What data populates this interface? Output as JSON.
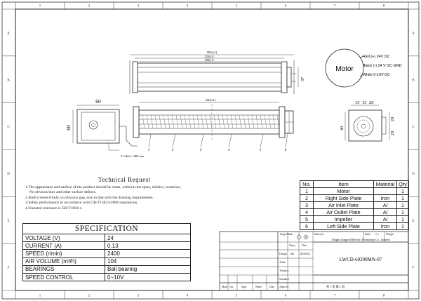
{
  "motor": {
    "label": "Motor",
    "wires": [
      "Red (+) 24V DC",
      "Black (-) 24 V DC GND",
      "White 0-10V DC"
    ]
  },
  "dimensions": {
    "overall": "902(±1)",
    "d2": "253(±1)",
    "d3": "200(±1)",
    "side_width": "60",
    "side_height": "60",
    "height_right": "37",
    "front_length": "320(±1)",
    "cable": "3 Cable L=800 mm",
    "end_15_1": "15",
    "end_15_2": "15",
    "end_20_top": "20",
    "end_40": "40",
    "end_20_right": "20",
    "end_20_bottom": "20",
    "callouts": [
      "1",
      "2",
      "3",
      "4",
      "5",
      "6"
    ]
  },
  "technical_request": {
    "title": "Technical Request",
    "items": [
      "1.The appearance and surface of the product should be clean, without rust spots, mildew, scratches,",
      "  No obvious burr and other surface defects.",
      "2.Shell riveted firmly, no obvious gap, size in line with the drawing requirements.",
      "3.Safety performance in accordance with GB/T13833-2008 regulations.",
      "4.Unnoted tolerance is GB/T1804-v."
    ]
  },
  "parts_table": {
    "headers": [
      "No.",
      "Item",
      "Material",
      "Qty"
    ],
    "rows": [
      [
        "1",
        "Motor",
        "",
        "1"
      ],
      [
        "2",
        "Right Side Plate",
        "Iron",
        "1"
      ],
      [
        "3",
        "Air Inlet Plate",
        "Al",
        "1"
      ],
      [
        "4",
        "Air Outlet Plate",
        "Al",
        "1"
      ],
      [
        "5",
        "Impeller",
        "Al",
        "1"
      ],
      [
        "6",
        "Left Side Plate",
        "Iron",
        "1"
      ]
    ]
  },
  "specification": {
    "title": "SPECIFICATION",
    "rows": [
      [
        "VOLTAGE  (V)",
        "24"
      ],
      [
        "CURRENT  (A)",
        "0.13"
      ],
      [
        "SPEED   (r/min)",
        "2400"
      ],
      [
        "AIR  VOLUME   (m³/h)",
        "104"
      ],
      [
        "BEARINGS",
        "Ball bearing"
      ],
      [
        "SPEED CONTROL",
        "0~10V"
      ]
    ]
  },
  "title_block": {
    "company": "Ningbo Longwell Electric Technology  Co., Limited",
    "drawing_no": "LWCD-60290MN-07",
    "date": "20240521",
    "designer": "Ma",
    "stage_mark": "Stage Mark",
    "ratio": "1:1",
    "material_label": "Material",
    "ratio_label": "Ratio",
    "weight_label": "Weight",
    "name_label": "Name",
    "date_label": "Date",
    "design_label": "Design",
    "audit_label": "Audit",
    "technics_label": "Technics",
    "standard_label": "Standard",
    "approve_label": "Approve",
    "bottom_labels": [
      "Mark",
      "Qty",
      "Sign",
      "Name",
      "Date",
      "Approve"
    ],
    "sheet": "共 1 页   第 1 页"
  },
  "border": {
    "cols": [
      "1",
      "2",
      "3",
      "4",
      "5",
      "6",
      "7",
      "8"
    ],
    "rows": [
      "A",
      "B",
      "C",
      "D",
      "E",
      "F"
    ]
  }
}
